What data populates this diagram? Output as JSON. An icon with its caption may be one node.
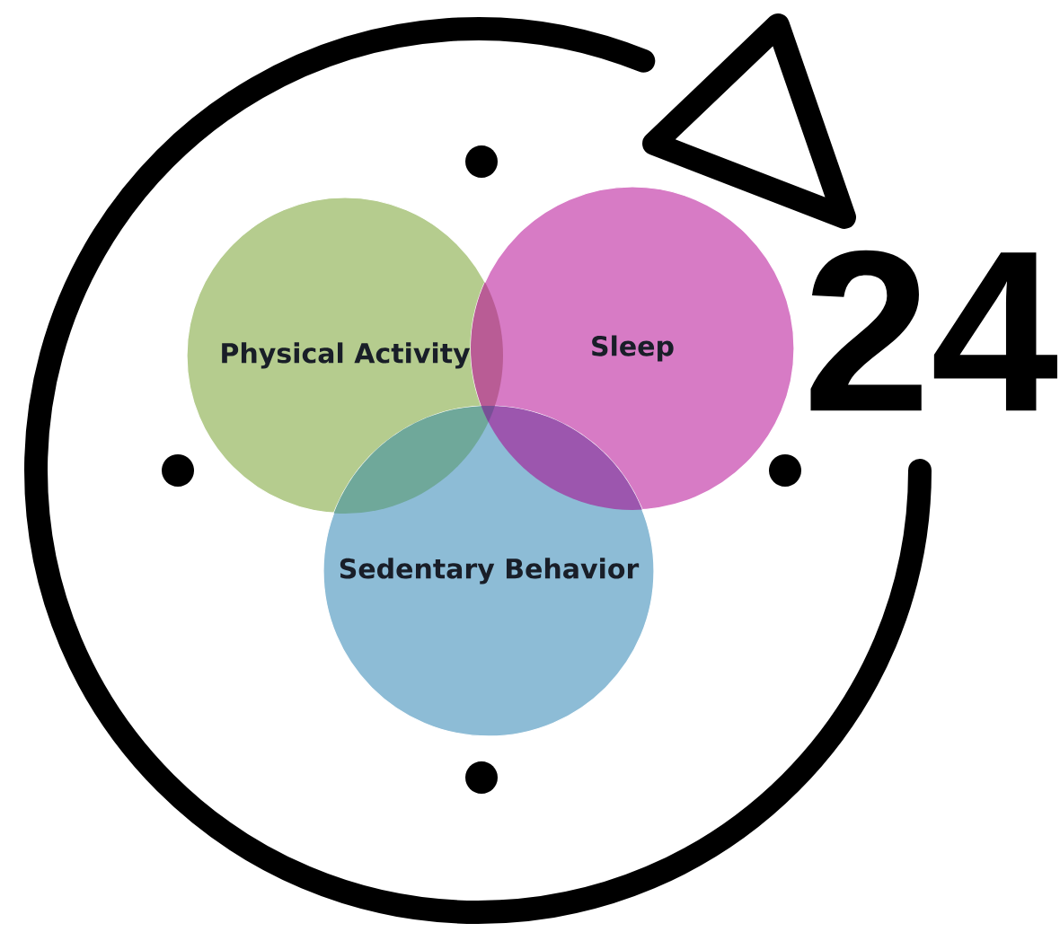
{
  "diagram": {
    "nodes": [
      {
        "text": [
          "Physical Activity"
        ]
      },
      {
        "text": [
          "Sleep"
        ]
      },
      {
        "text": [
          "Sedentary Behavior"
        ]
      }
    ],
    "labels": [
      "24"
    ]
  }
}
